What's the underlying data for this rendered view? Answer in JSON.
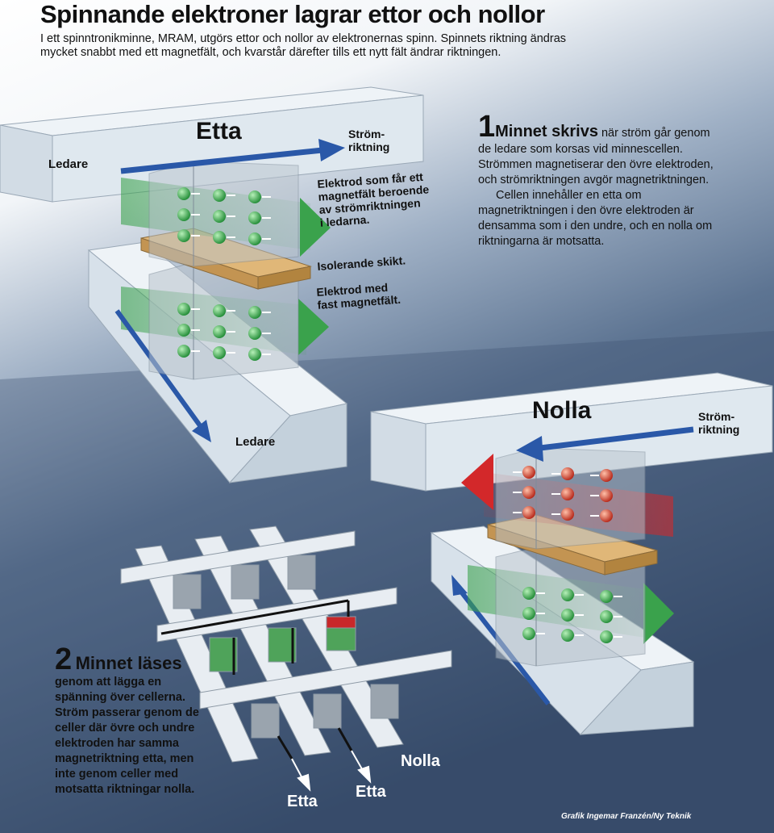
{
  "title": "Spinnande elektroner lagrar ettor och nollor",
  "subtitle": "I ett spinntronikminne, MRAM, utgörs ettor och nollor av elektronernas spinn. Spinnets riktning ändras mycket snabbt med ett magnetfält, och kvarstår därefter tills ett nytt fält ändrar riktningen.",
  "etta": {
    "heading": "Etta",
    "ledare_top": "Ledare",
    "ledare_bottom": "Ledare",
    "current_line1": "Ström-",
    "current_line2": "riktning",
    "electrode_line1": "Elektrod som får ett",
    "electrode_line2": "magnetfält beroende",
    "electrode_line3": "av strömriktningen",
    "electrode_line4": "i ledarna.",
    "insulating": "Isolerande skikt.",
    "fixed_line1": "Elektrod med",
    "fixed_line2": "fast magnetfält."
  },
  "step1": {
    "number": "1",
    "headline": "Minnet skrivs",
    "p1_rest": " när ström går genom de ledare som korsas vid minnescellen. Strömmen magnetiserar den övre elektroden, och strömriktningen avgör magnetriktningen.",
    "p2": "Cellen innehåller en etta om magnetriktningen i den övre elektroden är densamma som i den undre, och en nolla om riktningarna är motsatta."
  },
  "nolla": {
    "heading": "Nolla",
    "current_line1": "Ström-",
    "current_line2": "riktning"
  },
  "step2": {
    "number": "2",
    "headline": "Minnet läses",
    "text": "genom att lägga en spänning över cellerna. Ström passerar genom de celler där övre och undre elektroden har samma magnetriktning etta, men inte genom celler med motsatta riktningar nolla."
  },
  "grid_labels": {
    "nolla": "Nolla",
    "etta_1": "Etta",
    "etta_2": "Etta"
  },
  "credit": "Grafik Ingemar Franzén/Ny Teknik",
  "colors": {
    "background_dark": "#3b5170",
    "conductor": "#dce6ee",
    "arrow_blue": "#2a58a8",
    "green": "#3a9e4a",
    "red": "#c8282a",
    "insulator": "#d6aa6a"
  }
}
